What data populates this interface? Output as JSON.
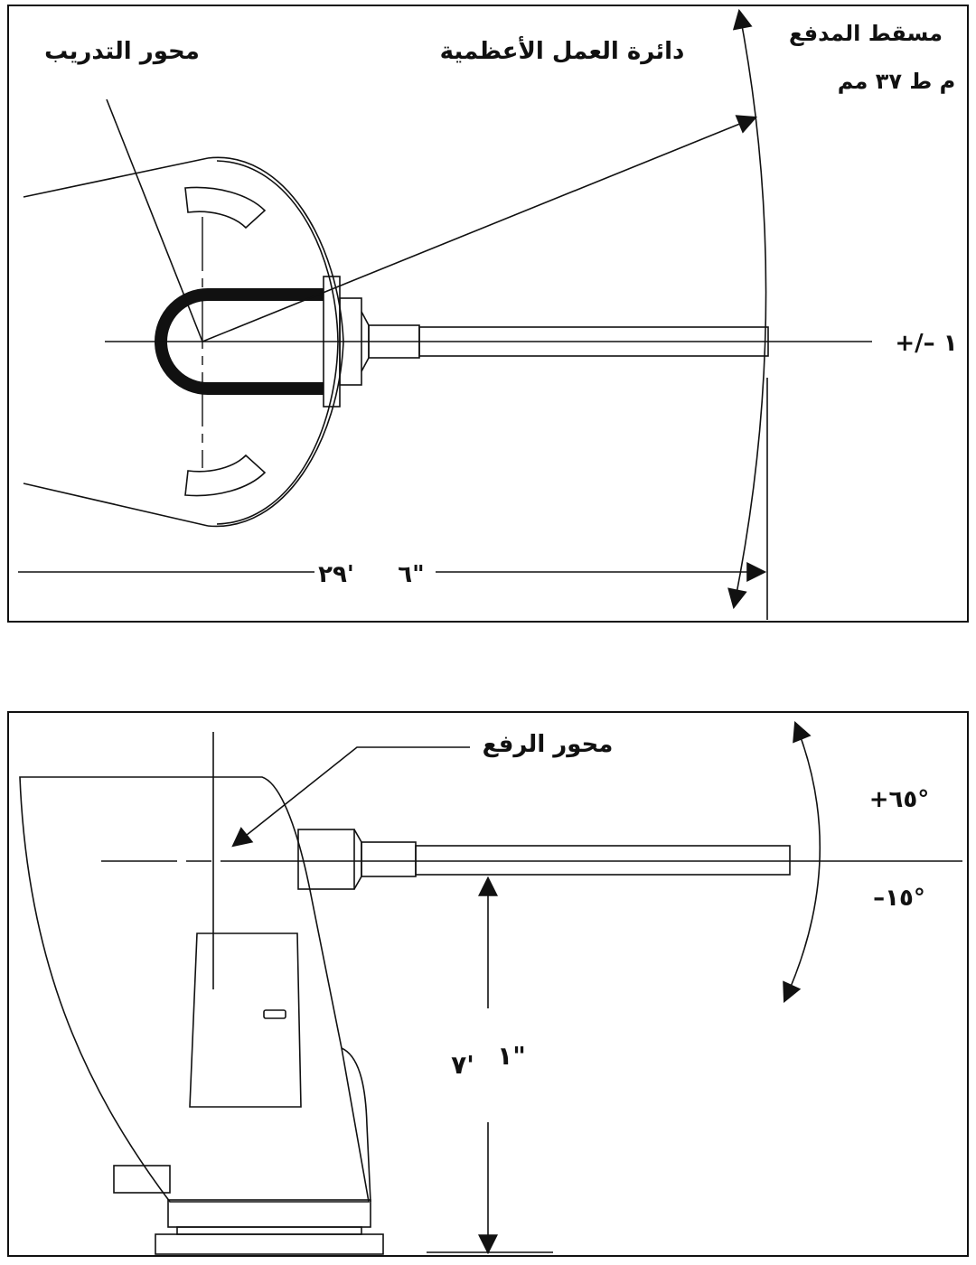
{
  "top_view": {
    "training_axis_label": "محور التدريب",
    "max_working_circle_label": "دائرة العمل الأعظمية",
    "gun_projection_label": "مسقط المدفع",
    "gun_model_label": "م ط ٣٧ مم",
    "centerline_tolerance": "+/– ١",
    "overall_length_feet": "٢٩'",
    "overall_length_inches": "٦\""
  },
  "side_view": {
    "elevation_axis_label": "محور الرفع",
    "max_elevation": "+٦٥°",
    "min_depression": "–١٥°",
    "height_feet": "٧'",
    "height_inches": "١\""
  }
}
